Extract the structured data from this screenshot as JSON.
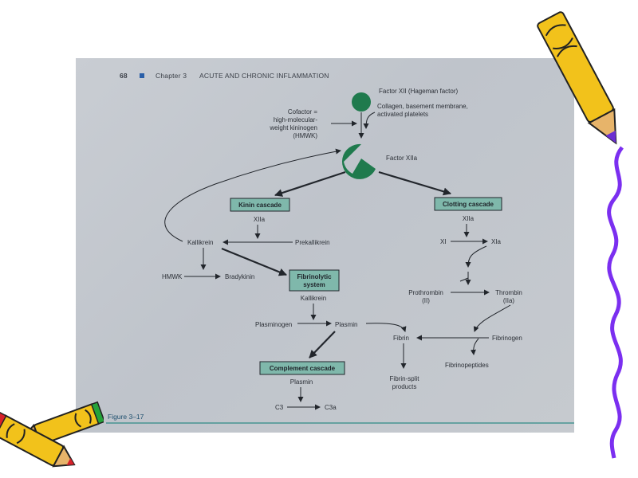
{
  "header": {
    "page_number": "68",
    "chapter": "Chapter 3",
    "chapter_title": "ACUTE AND CHRONIC INFLAMMATION"
  },
  "figure_label": "Figure 3–17",
  "colors": {
    "node_green": "#1f7a4d",
    "box_fill": "#7fb8ab",
    "page_bg": "#c4c8ce",
    "rule": "#2f8b86"
  },
  "labels": {
    "factor_xii": "Factor XII (Hageman factor)",
    "collagen_1": "Collagen, basement membrane,",
    "collagen_2": "activated platelets",
    "cofactor_1": "Cofactor =",
    "cofactor_2": "high-molecular-",
    "cofactor_3": "weight kininogen",
    "cofactor_4": "(HMWK)",
    "factor_xiia": "Factor XIIa",
    "kinin_cascade": "Kinin cascade",
    "clotting_cascade": "Clotting cascade",
    "xiia_left": "XIIa",
    "xiia_right": "XIIa",
    "kallikrein": "Kallikrein",
    "prekallikrein": "Prekallikrein",
    "xi": "XI",
    "xia": "XIa",
    "hmwk": "HMWK",
    "bradykinin": "Bradykinin",
    "fibrinolytic_1": "Fibrinolytic",
    "fibrinolytic_2": "system",
    "kallikrein_2": "Kallikrein",
    "prothrombin_1": "Prothrombin",
    "prothrombin_2": "(II)",
    "thrombin_1": "Thrombin",
    "thrombin_2": "(IIa)",
    "plasminogen": "Plasminogen",
    "plasmin": "Plasmin",
    "fibrin": "Fibrin",
    "fibrinogen": "Fibrinogen",
    "fibrinopeptides": "Fibrinopeptides",
    "complement_cascade": "Complement cascade",
    "plasmin_2": "Plasmin",
    "fibrin_split_1": "Fibrin-split",
    "fibrin_split_2": "products",
    "c3": "C3",
    "c3a": "C3a"
  }
}
